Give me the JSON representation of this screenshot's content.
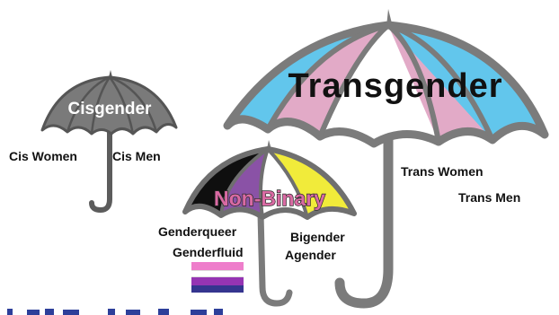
{
  "title_umbrellas": {
    "cisgender": "Cisgender",
    "transgender": "Transgender",
    "non_binary": "Non-Binary"
  },
  "labels": {
    "cis_women": "Cis Women",
    "cis_men": "Cis Men",
    "trans_women": "Trans Women",
    "trans_men": "Trans Men",
    "genderqueer": "Genderqueer",
    "genderfluid": "Genderfluid",
    "bigender": "Bigender",
    "agender": "Agender"
  },
  "colors": {
    "trans_blue": "#62c6ec",
    "trans_pink": "#e2aac7",
    "trans_white": "#ffffff",
    "cis_gray": "#7a7a7a",
    "nb_black": "#0f0f0f",
    "nb_purple": "#8a52a6",
    "nb_white": "#ffffff",
    "nb_yellow": "#f1eb3a",
    "handle_gray": "#7b7b7b",
    "nb_label_pink": "#d96aa3",
    "flag_pink": "#ee7ecb",
    "flag_white": "#ffffff",
    "flag_purple": "#9534b3",
    "flag_navy": "#35358f"
  }
}
